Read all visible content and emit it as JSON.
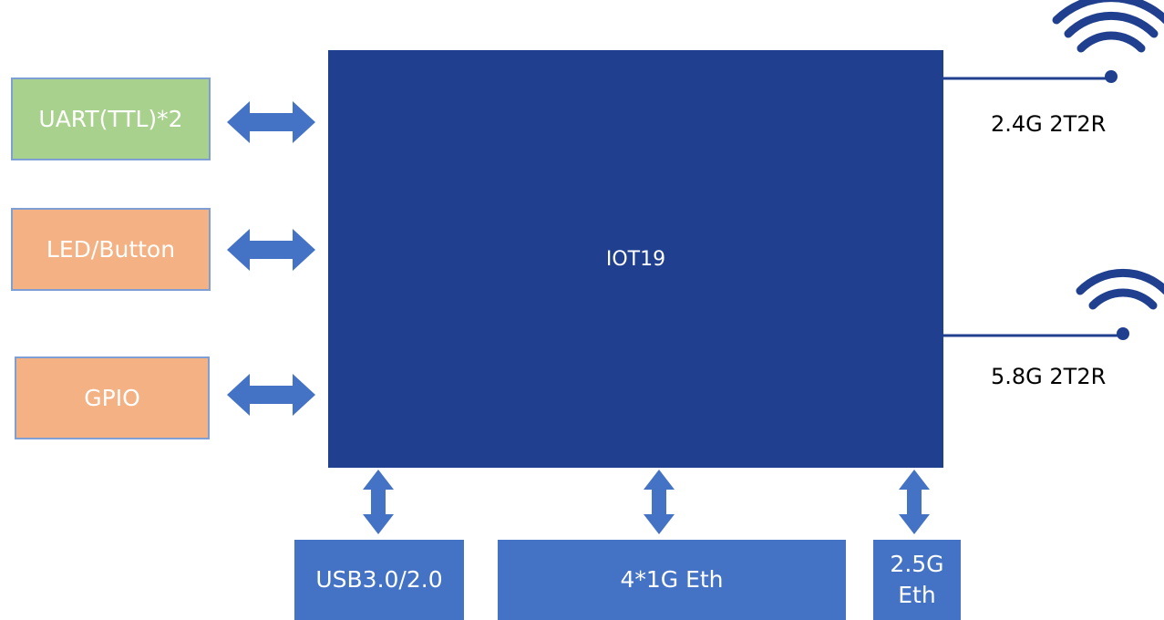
{
  "chip": {
    "label": "IOT19"
  },
  "left_peripherals": [
    {
      "label": "UART(TTL)*2",
      "color": "#a9d18e"
    },
    {
      "label": "LED/Button",
      "color": "#f4b183"
    },
    {
      "label": "GPIO",
      "color": "#f4b183"
    }
  ],
  "bottom_interfaces": [
    {
      "label": "USB3.0/2.0"
    },
    {
      "label": "4*1G Eth"
    },
    {
      "label_line1": "2.5G",
      "label_line2": "Eth"
    }
  ],
  "wireless": [
    {
      "label": "2.4G 2T2R",
      "icon": "wifi-icon"
    },
    {
      "label": "5.8G 2T2R",
      "icon": "wifi-icon"
    }
  ],
  "colors": {
    "chip": "#203f8f",
    "arrows": "#4472c4",
    "interface_boxes": "#4472c4",
    "uart_box": "#a9d18e",
    "gpio_led_boxes": "#f4b183"
  }
}
